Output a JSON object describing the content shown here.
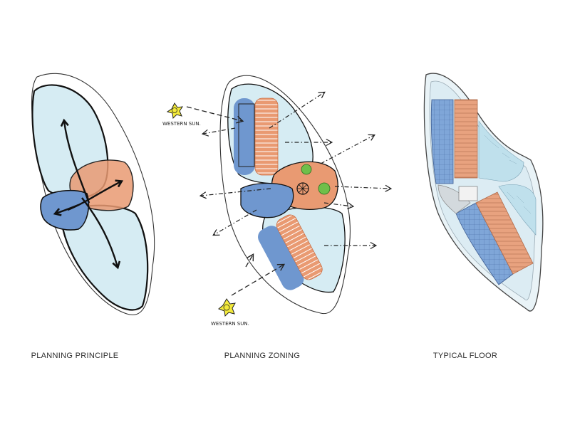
{
  "panels": [
    {
      "id": "planning-principle",
      "caption": "PLANNING PRINCIPLE"
    },
    {
      "id": "planning-zoning",
      "caption": "PLANNING ZONING"
    },
    {
      "id": "typical-floor",
      "caption": "TYPICAL FLOOR"
    }
  ],
  "sun_labels": [
    "WESTERN SUN.",
    "WESTERN SUN."
  ],
  "colors": {
    "light_blue": "#d6ecf3",
    "blue": "#6f97cf",
    "orange": "#e99a72",
    "green": "#6fbf4a",
    "ink": "#1a1a1a",
    "sun_yellow": "#f3ea3a"
  },
  "icons": [
    "arrow-icon",
    "sun-icon",
    "tree-icon"
  ]
}
